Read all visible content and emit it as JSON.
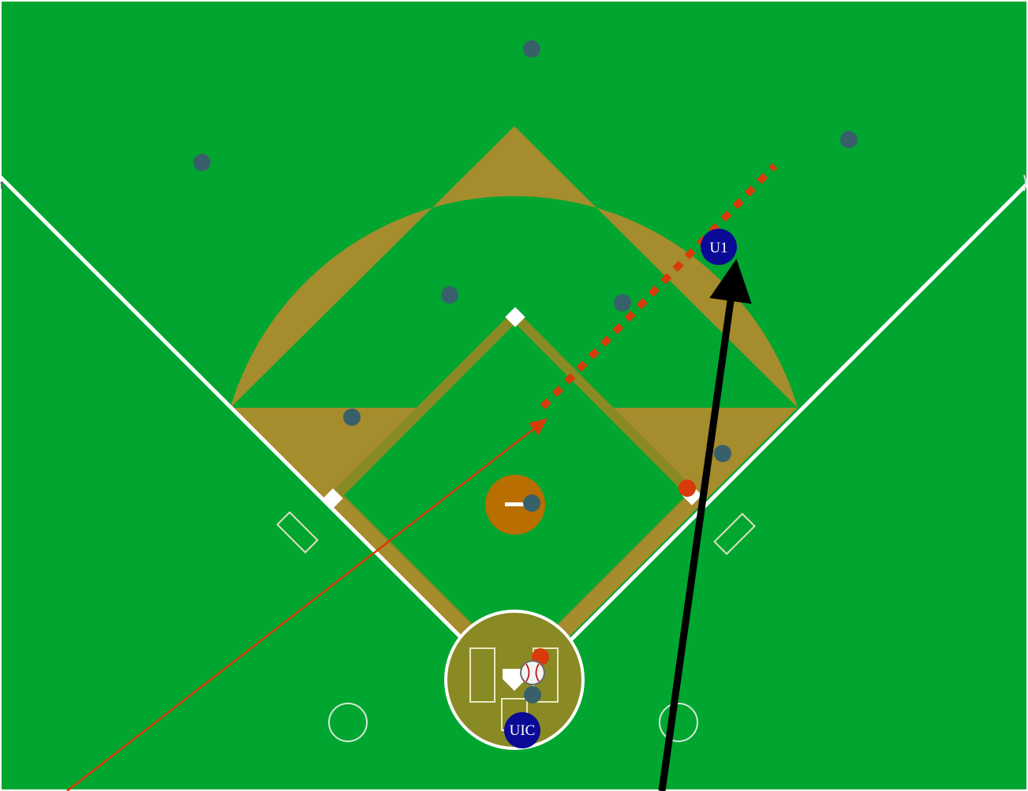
{
  "colors": {
    "grass": "#00a630",
    "infield_dirt": "#a58c2c",
    "infield_dirt_shadow": "#8a8a24",
    "mound": "#b86e00",
    "home_dirt": "#8a8a24",
    "lines": "#ffffff",
    "fielder": "#37606a",
    "runner": "#d83a0a",
    "umpire": "#0a0a96",
    "umpire_arrow": "#000000",
    "play_path": "#d83a0a"
  },
  "umpires": [
    {
      "id": "u1",
      "label": "U1"
    },
    {
      "id": "uic",
      "label": "UIC"
    }
  ],
  "legend": {
    "icons": [
      "fielder-marker",
      "runner-marker",
      "umpire-marker",
      "baseball-icon",
      "movement-arrow",
      "ball-path-line"
    ]
  }
}
